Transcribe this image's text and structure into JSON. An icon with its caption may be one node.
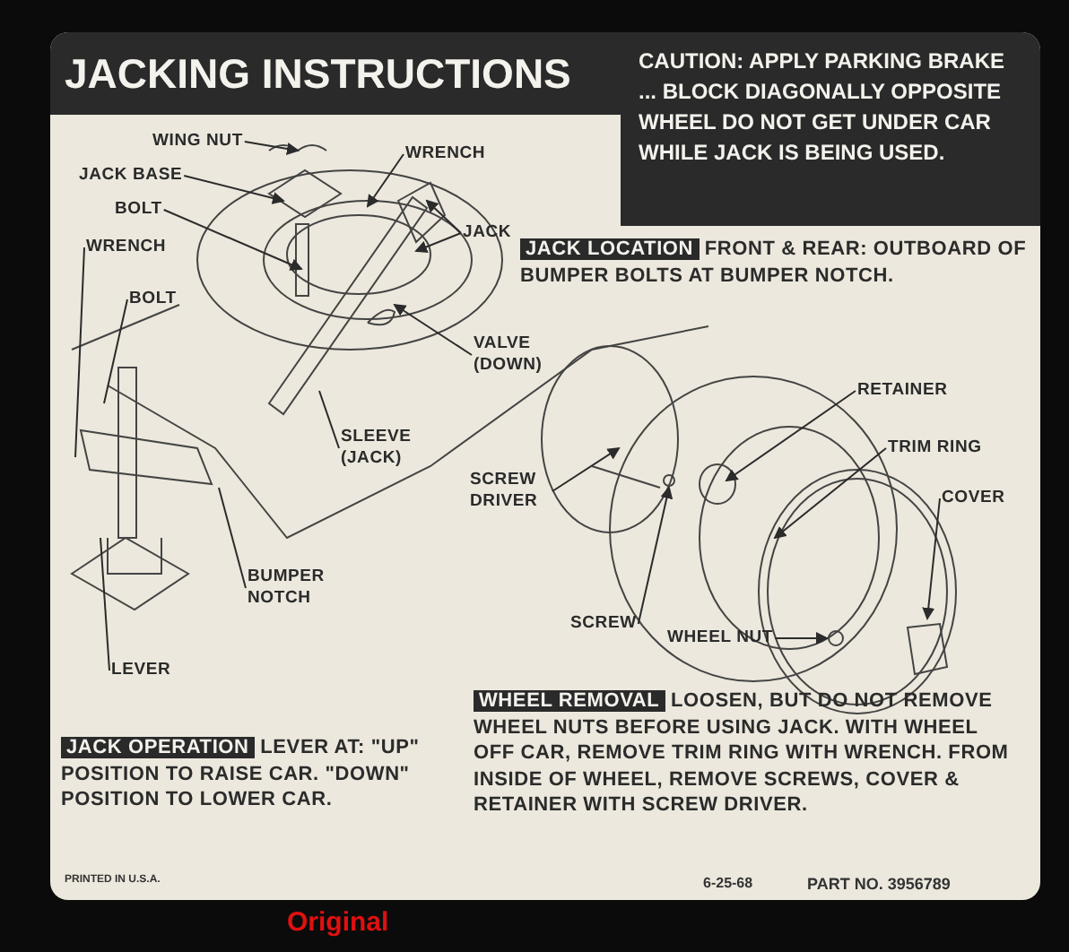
{
  "diagram": {
    "title": "JACKING INSTRUCTIONS",
    "caption": "Original",
    "nodes": [
      {
        "text": [
          "WING NUT"
        ]
      },
      {
        "text": [
          "JACK BASE"
        ]
      },
      {
        "text": [
          "BOLT"
        ]
      },
      {
        "text": [
          "WRENCH"
        ]
      },
      {
        "text": [
          "WRENCH"
        ]
      },
      {
        "text": [
          "JACK"
        ]
      },
      {
        "text": [
          "BOLT"
        ]
      },
      {
        "text": [
          "VALVE (DOWN)"
        ]
      },
      {
        "text": [
          "SLEEVE (JACK)"
        ]
      },
      {
        "text": [
          "SCREW DRIVER"
        ]
      },
      {
        "text": [
          "BUMPER NOTCH"
        ]
      },
      {
        "text": [
          "LEVER"
        ]
      },
      {
        "text": [
          "RETAINER"
        ]
      },
      {
        "text": [
          "TRIM RING"
        ]
      },
      {
        "text": [
          "COVER"
        ]
      },
      {
        "text": [
          "SCREW"
        ]
      },
      {
        "text": [
          "WHEEL NUT"
        ]
      }
    ],
    "edges": [
      {
        "from": 0,
        "to": null,
        "arrow": "to"
      },
      {
        "from": 1,
        "to": null,
        "arrow": "to"
      },
      {
        "from": 2,
        "to": null,
        "arrow": "to"
      },
      {
        "from": 3,
        "to": null,
        "arrow": "none"
      },
      {
        "from": 4,
        "to": null,
        "arrow": "to"
      },
      {
        "from": 5,
        "to": null,
        "arrow": "to"
      },
      {
        "from": 5,
        "to": null,
        "arrow": "to"
      },
      {
        "from": 6,
        "to": null,
        "arrow": "none"
      },
      {
        "from": 7,
        "to": null,
        "arrow": "to"
      },
      {
        "from": 8,
        "to": null,
        "arrow": "none"
      },
      {
        "from": 9,
        "to": null,
        "arrow": "to"
      },
      {
        "from": 10,
        "to": null,
        "arrow": "none"
      },
      {
        "from": 11,
        "to": null,
        "arrow": "none"
      },
      {
        "from": 12,
        "to": null,
        "arrow": "to"
      },
      {
        "from": 13,
        "to": null,
        "arrow": "to"
      },
      {
        "from": 14,
        "to": null,
        "arrow": "to"
      },
      {
        "from": 15,
        "to": null,
        "arrow": "to"
      },
      {
        "from": 16,
        "to": null,
        "arrow": "to"
      }
    ],
    "labels": [
      "CAUTION: APPLY PARKING BRAKE ... BLOCK DIAGONALLY OPPOSITE WHEEL DO NOT GET UNDER CAR WHILE JACK IS BEING USED.",
      "JACK LOCATION",
      "FRONT & REAR: OUTBOARD OF BUMPER BOLTS AT BUMPER NOTCH.",
      "WHEEL REMOVAL",
      "LOOSEN, BUT DO NOT REMOVE WHEEL NUTS BEFORE USING JACK. WITH WHEEL OFF CAR, REMOVE TRIM RING WITH WRENCH. FROM INSIDE OF WHEEL, REMOVE SCREWS, COVER & RETAINER WITH SCREW DRIVER.",
      "JACK OPERATION",
      "LEVER AT: \"UP\" POSITION TO RAISE CAR. \"DOWN\" POSITION TO LOWER CAR.",
      "PRINTED IN U.S.A.",
      "6-25-68",
      "PART NO. 3956789"
    ]
  }
}
